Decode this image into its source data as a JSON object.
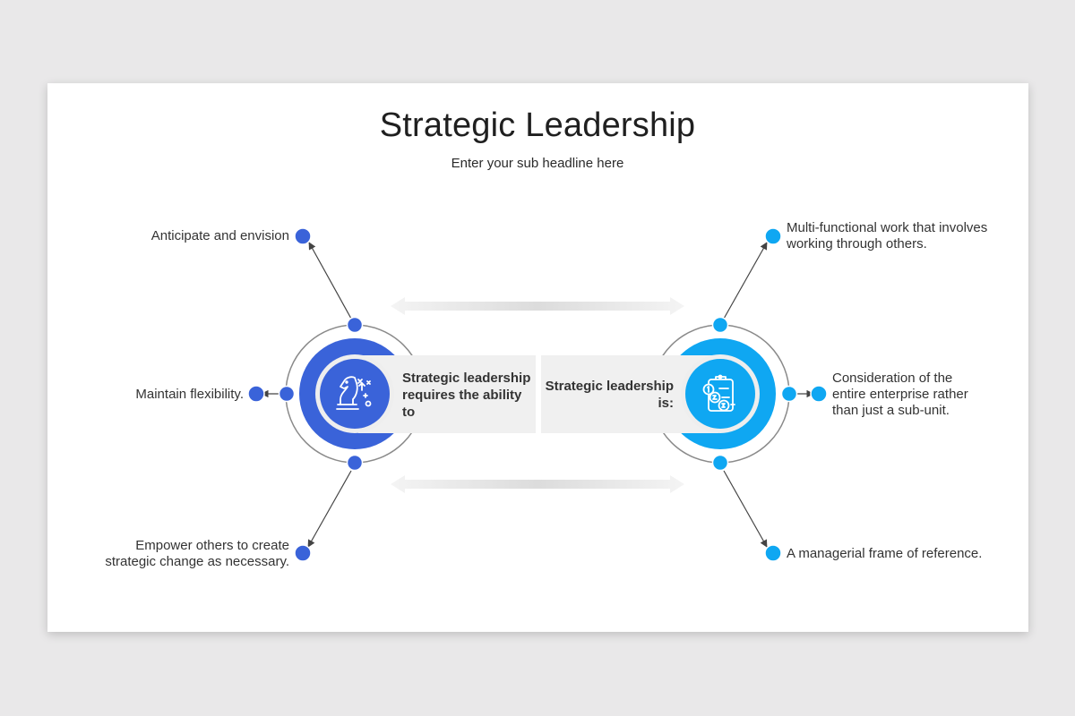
{
  "title": "Strategic Leadership",
  "subtitle": "Enter your sub headline here",
  "left_hub": {
    "label": "Strategic leadership requires the ability to",
    "icon": "chess-knight-strategy-icon",
    "color": "#3a63d9",
    "items": [
      "Anticipate and envision",
      "Maintain flexibility.",
      "Empower others to create strategic change as necessary."
    ]
  },
  "right_hub": {
    "label": "Strategic leadership is:",
    "icon": "clipboard-checklist-icon",
    "color": "#0fa7f2",
    "items": [
      "Multi-functional work that involves working through others.",
      "Consideration of the entire enterprise rather than just a sub-unit.",
      "A managerial frame of reference."
    ]
  }
}
